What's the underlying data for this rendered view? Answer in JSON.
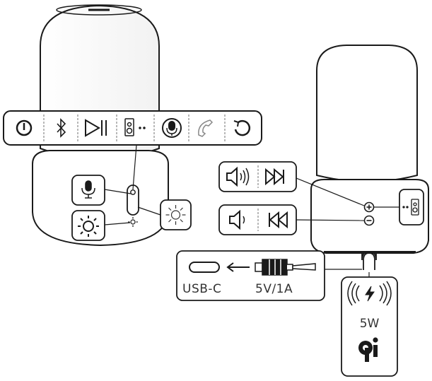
{
  "colors": {
    "line": "#1a1a1a",
    "label": "#333333",
    "background": "#ffffff",
    "soft_line": "#555555"
  },
  "icons": {
    "top_panel": [
      "power-icon",
      "bluetooth-icon",
      "play-pause-icon",
      "speaker-link-icon",
      "microphone-icon",
      "phone-icon",
      "reset-icon"
    ],
    "left_side": [
      "microphone-icon",
      "light-icon",
      "brightness-icon"
    ],
    "right_side": [
      "volume-up-icon",
      "next-track-icon",
      "volume-down-icon",
      "previous-track-icon",
      "speaker-link-icon"
    ],
    "charging": [
      "usb-c-port-icon",
      "power-plug-icon",
      "wireless-charging-icon",
      "qi-logo-icon"
    ]
  },
  "labels": {
    "usb_c": "USB-C",
    "power_rating": "5V/1A",
    "wireless_power": "5W"
  }
}
